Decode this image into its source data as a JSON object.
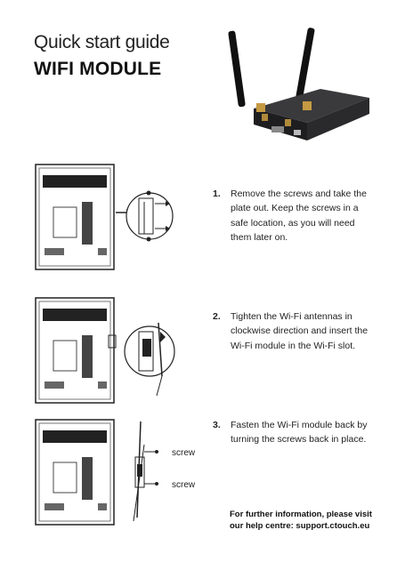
{
  "header": {
    "title_line1": "Quick start guide",
    "title_line2": "WIFI MODULE"
  },
  "steps": [
    {
      "number": "1.",
      "text": "Remove the screws and take the plate out. Keep the screws in a safe location, as you will need them later on."
    },
    {
      "number": "2.",
      "text": "Tighten the Wi-Fi antennas in clockwise direction and insert the Wi-Fi module in the Wi-Fi slot."
    },
    {
      "number": "3.",
      "text": "Fasten the Wi-Fi module back by turning the screws back in place."
    }
  ],
  "labels": {
    "screw_top": "screw",
    "screw_bottom": "screw"
  },
  "footer": {
    "text": "For further information, please visit our help centre: support.ctouch.eu"
  }
}
